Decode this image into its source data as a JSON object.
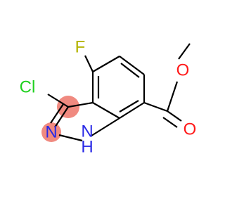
{
  "molecule": {
    "atoms": {
      "fluorine": "F",
      "chlorine": "Cl",
      "nitrogen_ring": "N",
      "nitrogen_h": "N",
      "hydrogen": "H",
      "oxygen_ester": "O",
      "oxygen_carbonyl": "O"
    },
    "colors": {
      "fluorine": "#b4b400",
      "chlorine": "#1fd11f",
      "nitrogen": "#2a2ae6",
      "oxygen": "#ff1a1a",
      "bond": "#000000",
      "highlight": "#f08a80"
    }
  }
}
